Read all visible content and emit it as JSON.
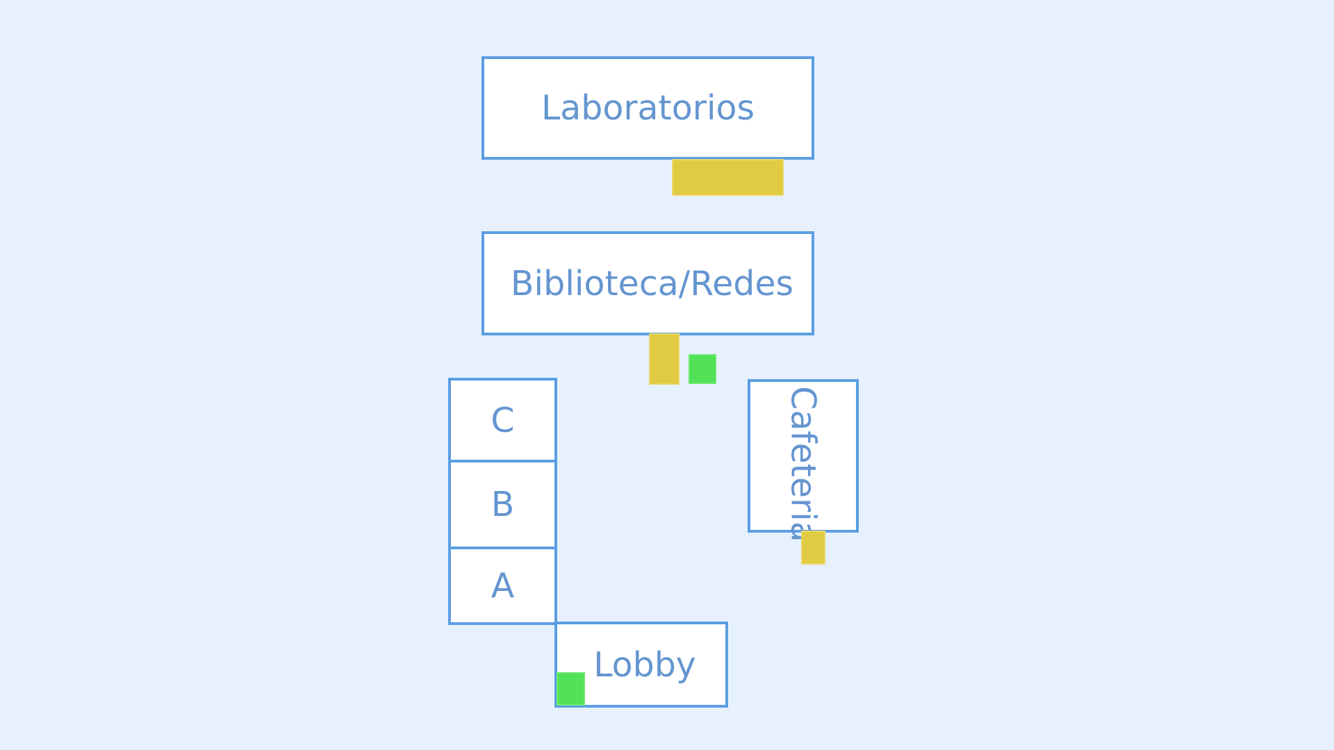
{
  "map": {
    "buildings": {
      "laboratorios": "Laboratorios",
      "biblioteca": "Biblioteca/Redes",
      "cafeteria": "Cafeteria",
      "block_c": "C",
      "block_b": "B",
      "block_a": "A",
      "lobby": "Lobby"
    },
    "colors": {
      "background": "#e6f1fd",
      "building_border": "#5b9ee3",
      "building_fill": "#ffffff",
      "label_text": "#6495d0",
      "yellow_marker": "#e1cb42",
      "green_marker": "#52e157"
    }
  }
}
